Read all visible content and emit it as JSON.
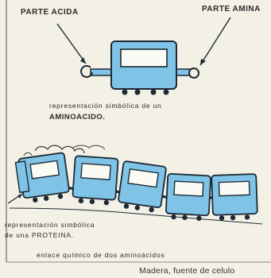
{
  "labels": {
    "acid_part": "PARTE ACIDA",
    "amine_part": "PARTE AMINA",
    "amino_caption_1": "representación simbólica de un",
    "amino_caption_2": "AMINOACIDO.",
    "protein_caption_1": "representación simbólica",
    "protein_caption_2": "de una PROTEINA.",
    "bond_caption": "enlace químico de dos aminoácidos",
    "bottom_caption": "Madera, fuente de celulo"
  },
  "colors": {
    "paper": "#f3f0e6",
    "wagon_blue": "#7fc3e6",
    "outline": "#1c2a33",
    "window": "#fbfbf6"
  }
}
